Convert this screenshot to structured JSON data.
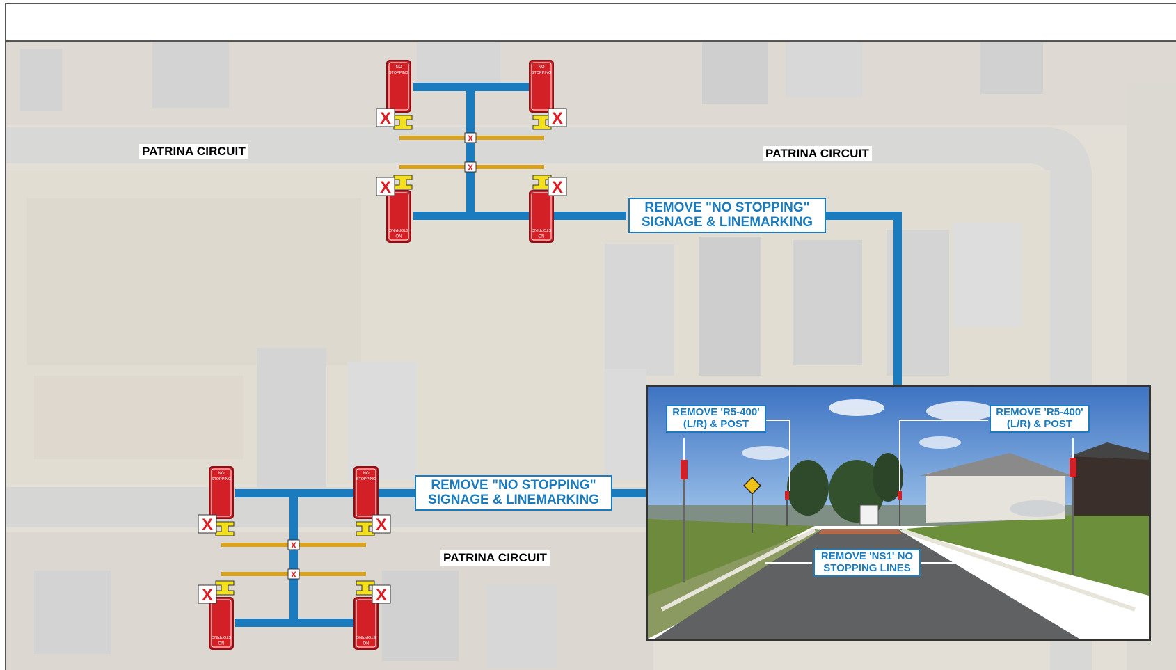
{
  "title_bar": {
    "text": ""
  },
  "street_labels": {
    "top_left": "PATRINA CIRCUIT",
    "top_right": "PATRINA CIRCUIT",
    "bottom": "PATRINA CIRCUIT"
  },
  "callouts": {
    "top": {
      "line1": "REMOVE \"NO STOPPING\"",
      "line2": "SIGNAGE & LINEMARKING"
    },
    "bottom": {
      "line1": "REMOVE \"NO STOPPING\"",
      "line2": "SIGNAGE & LINEMARKING"
    }
  },
  "sign_text": {
    "line1": "NO",
    "line2": "STOPPING"
  },
  "photo_callouts": {
    "left": {
      "line1": "REMOVE 'R5-400'",
      "line2": "(L/R) & POST"
    },
    "right": {
      "line1": "REMOVE 'R5-400'",
      "line2": "(L/R) & POST"
    },
    "road": {
      "line1": "REMOVE 'NS1' NO",
      "line2": "STOPPING LINES"
    }
  },
  "colors": {
    "leader": "#1a7bbf",
    "sign_red": "#d32027",
    "line_yellow": "#d9a21f",
    "remove_x": "#e11b22"
  }
}
